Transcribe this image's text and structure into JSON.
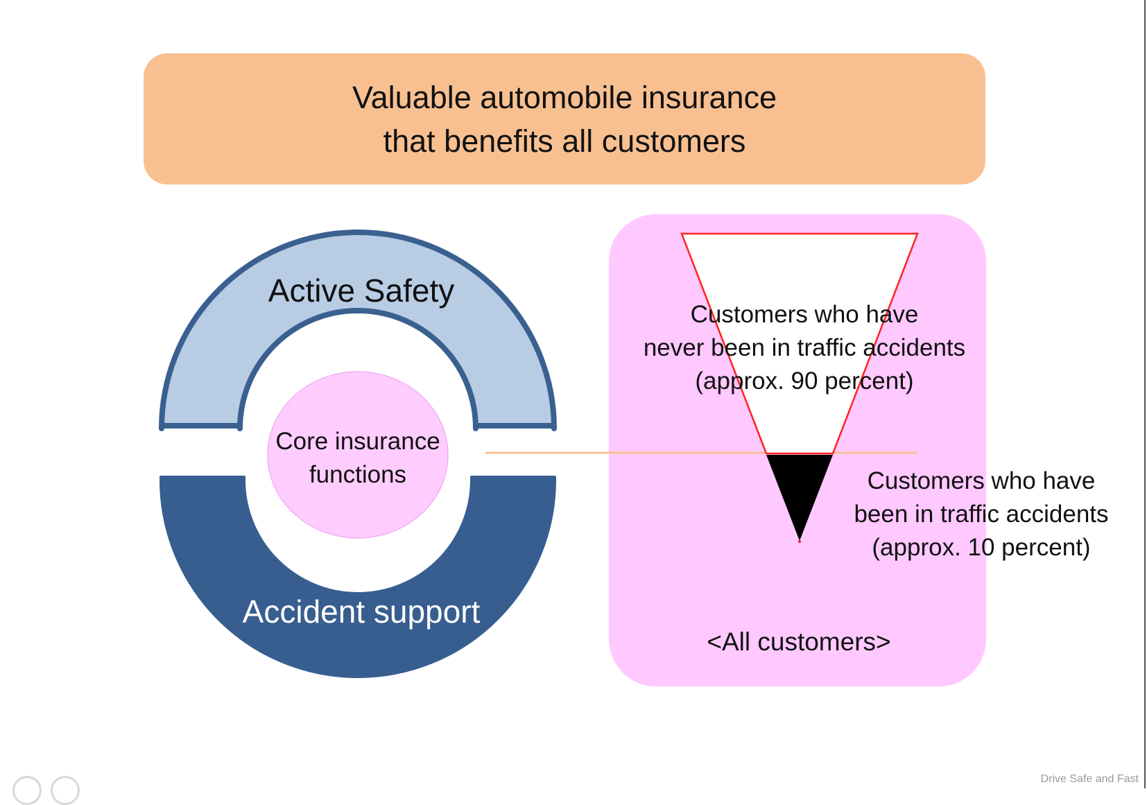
{
  "banner": {
    "line1": "Valuable automobile insurance",
    "line2": "that benefits all customers",
    "color": "#f8c090"
  },
  "ring": {
    "top_label": "Active Safety",
    "top_color": "#b8cce4",
    "border_color": "#3a6090",
    "bottom_label": "Accident support",
    "bottom_color": "#375e8f",
    "core_line1": "Core insurance",
    "core_line2": "functions",
    "core_color": "#ffccff"
  },
  "customers_panel": {
    "background": "#ffc8ff",
    "never_line1": "Customers  who have",
    "never_line2": "never been in traffic accidents",
    "never_line3": "(approx. 90 percent)",
    "never_share_percent": 90,
    "been_line1": "Customers  who have",
    "been_line2": "been in traffic accidents",
    "been_line3": "(approx. 10 percent)",
    "been_share_percent": 10,
    "footer": "<All customers>",
    "triangle_stroke": "#ff2020",
    "divider_color": "#f8c090"
  },
  "watermark": "Drive Safe and Fast"
}
